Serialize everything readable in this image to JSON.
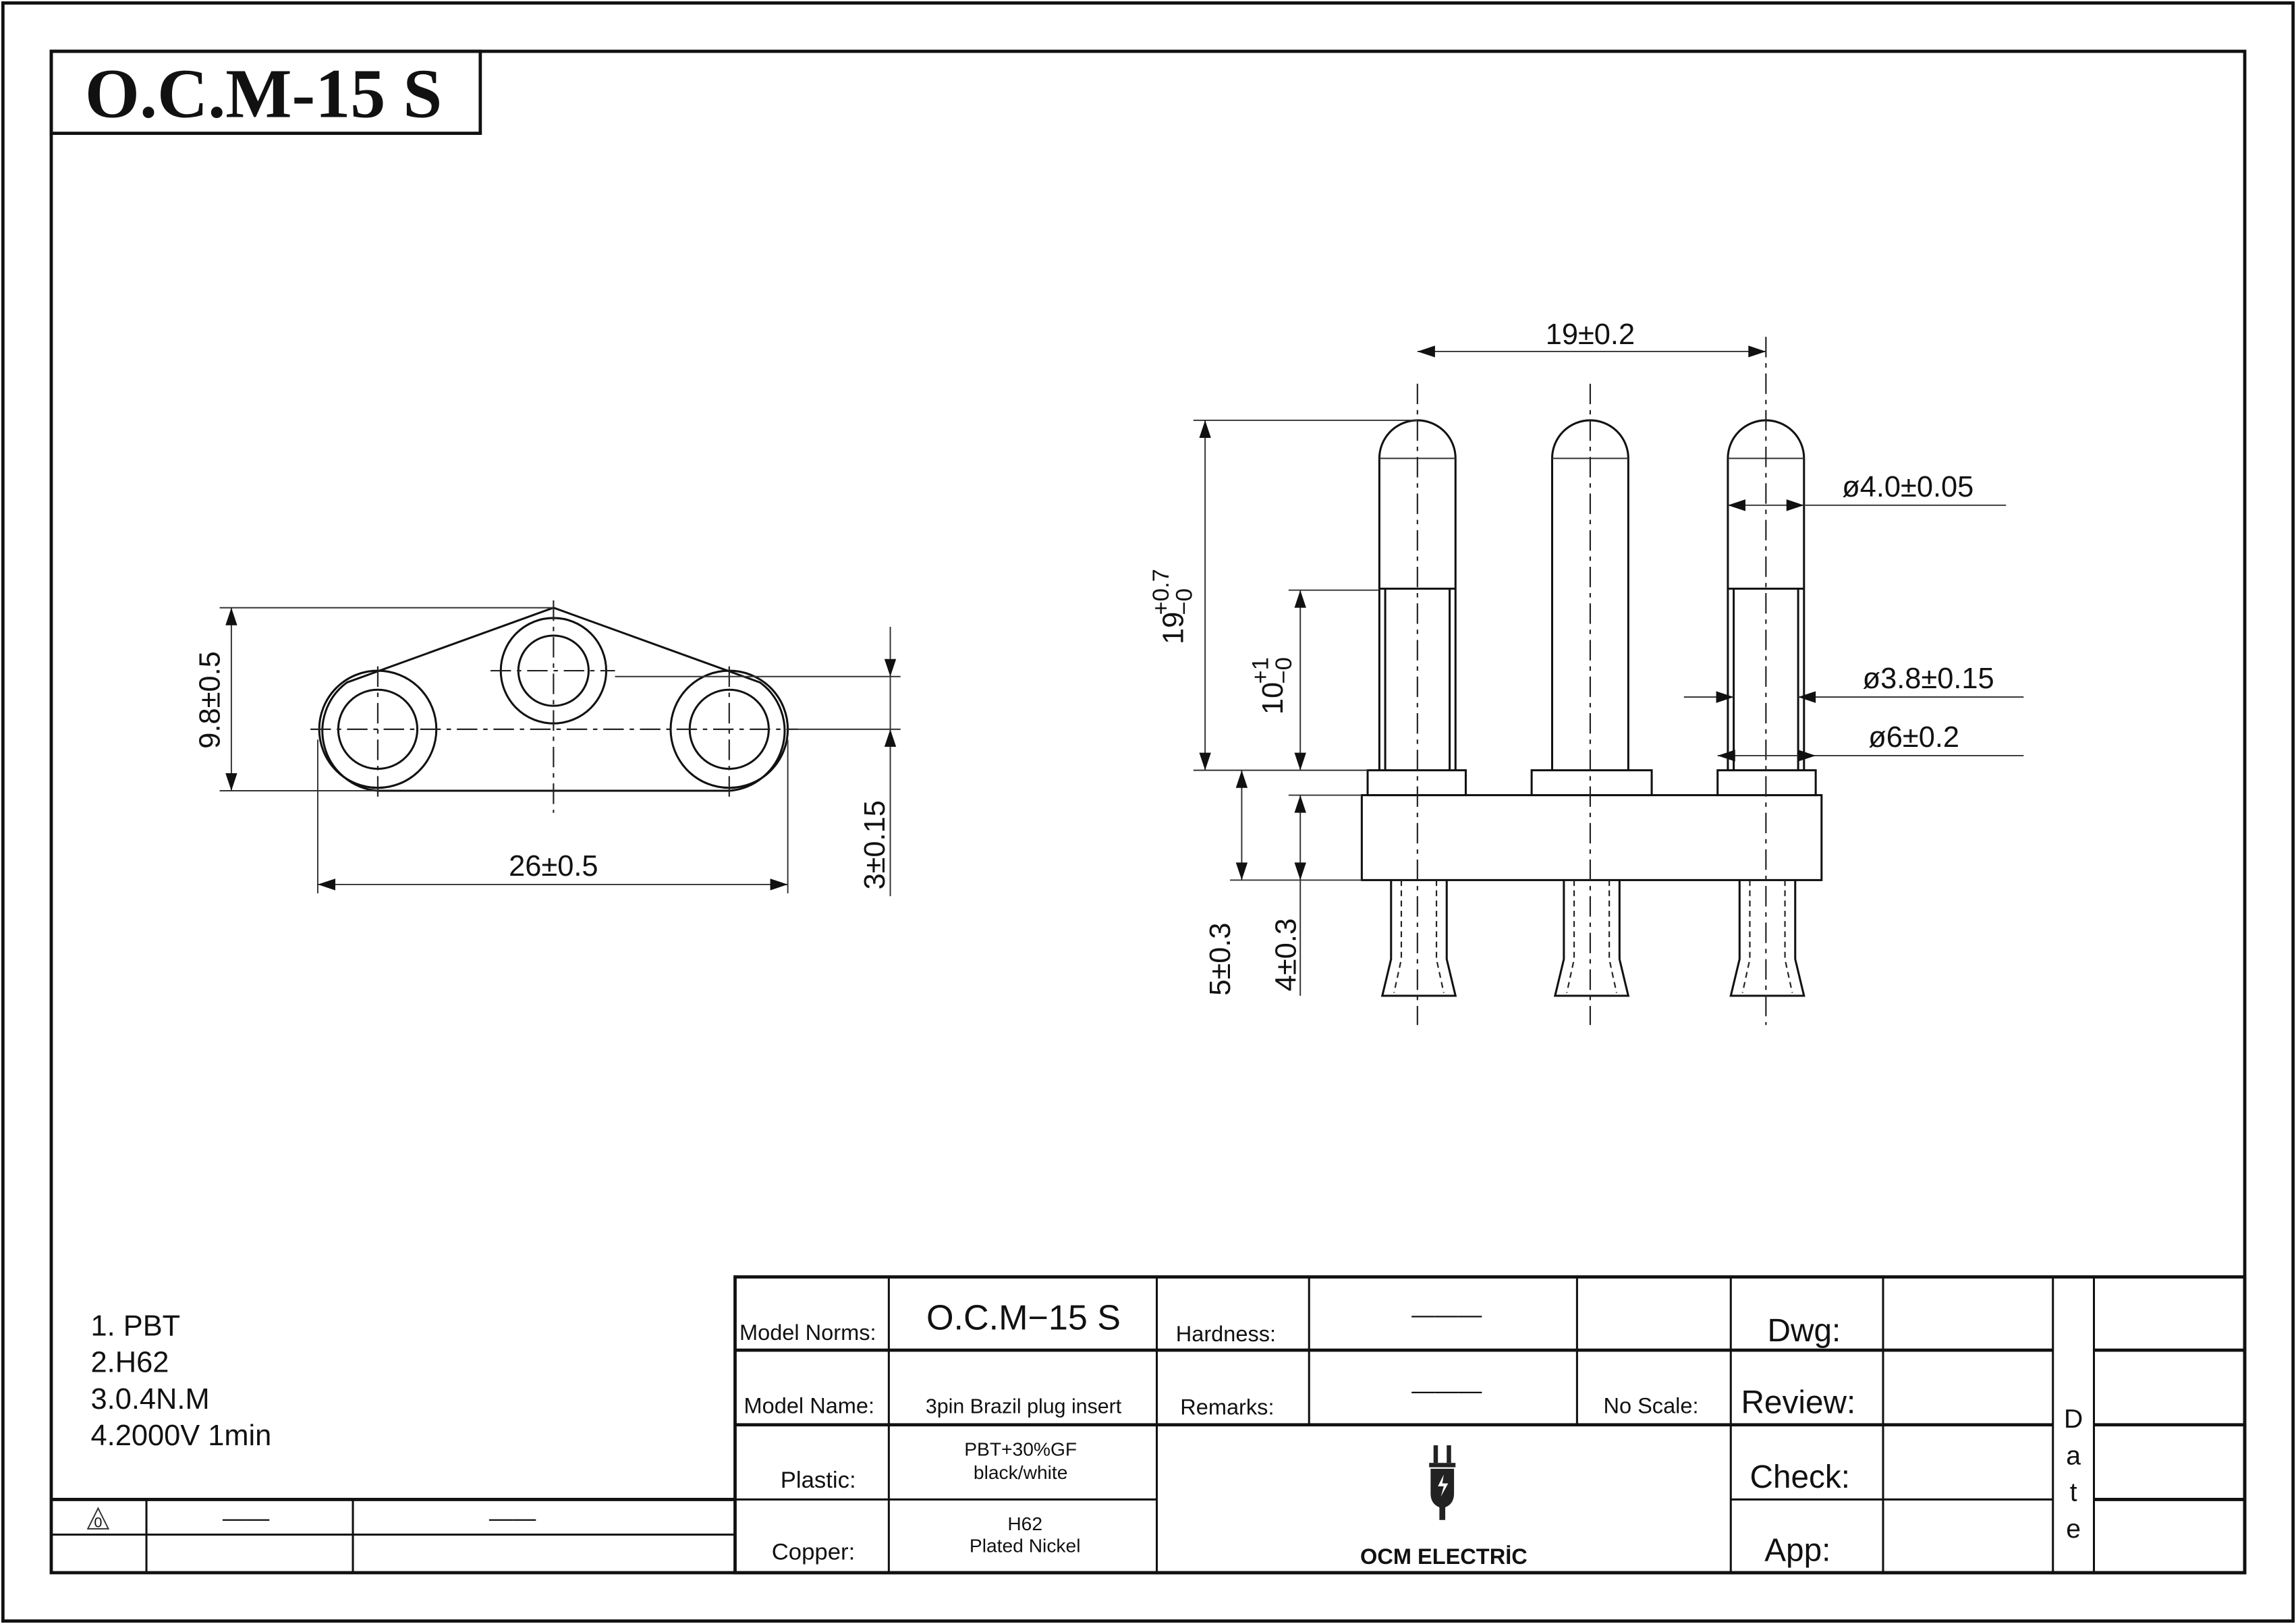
{
  "title": "O.C.M-15 S",
  "notes": [
    "1. PBT",
    "2.H62",
    "3.0.4N.M",
    "4.2000V  1min"
  ],
  "left_view": {
    "height_dim": "9.8±0.5",
    "width_dim": "26±0.5",
    "thickness_dim": "3±0.15"
  },
  "right_view": {
    "pitch_dim": "19±0.2",
    "pin_dia_dim": "ø4.0±0.05",
    "shank_dia_dim": "ø3.8±0.15",
    "collar_dia_dim": "ø6±0.2",
    "pin_length_main": "19",
    "pin_length_tol_plus": "+0.7",
    "pin_length_tol_minus": "−0",
    "shank_length_main": "10",
    "shank_length_tol_plus": "+1",
    "shank_length_tol_minus": "−0",
    "base_dim": "5±0.3",
    "body_dim": "4±0.3"
  },
  "revision_table": {
    "symbol": "0",
    "col2": "——",
    "col3": "——"
  },
  "title_block": {
    "model_norms_label": "Model Norms:",
    "model_norms_value": "O.C.M−15 S",
    "model_name_label": "Model Name:",
    "model_name_value": "3pin  Brazil  plug  insert",
    "plastic_label": "Plastic:",
    "plastic_value_1": "PBT+30%GF",
    "plastic_value_2": "black/white",
    "copper_label": "Copper:",
    "copper_value_1": "H62",
    "copper_value_2": "Plated Nickel",
    "hardness_label": "Hardness:",
    "hardness_value": "———",
    "remarks_label": "Remarks:",
    "remarks_value": "———",
    "scale_label": "No Scale:",
    "company": "OCM ELECTRİC",
    "dwg_label": "Dwg:",
    "review_label": "Review:",
    "check_label": "Check:",
    "app_label": "App:",
    "date_letters": [
      "D",
      "a",
      "t",
      "e"
    ]
  }
}
